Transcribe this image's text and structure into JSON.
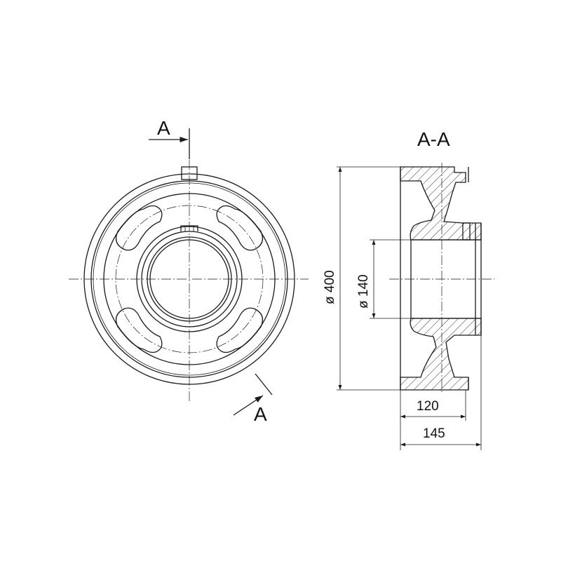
{
  "section_marks": {
    "top": "A",
    "bottom": "A"
  },
  "section_title": "A-A",
  "dimensions": {
    "outer_diameter": "ø 400",
    "bore_diameter": "ø 140",
    "hub_width": "120",
    "total_width": "145"
  }
}
